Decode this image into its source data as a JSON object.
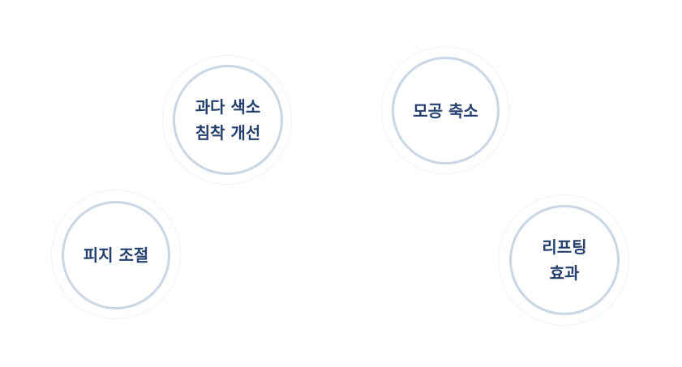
{
  "circles": [
    {
      "label": "과다 색소\n침착 개선"
    },
    {
      "label": "모공 축소"
    },
    {
      "label": "피지 조절"
    },
    {
      "label": "리프팅\n효과"
    }
  ]
}
